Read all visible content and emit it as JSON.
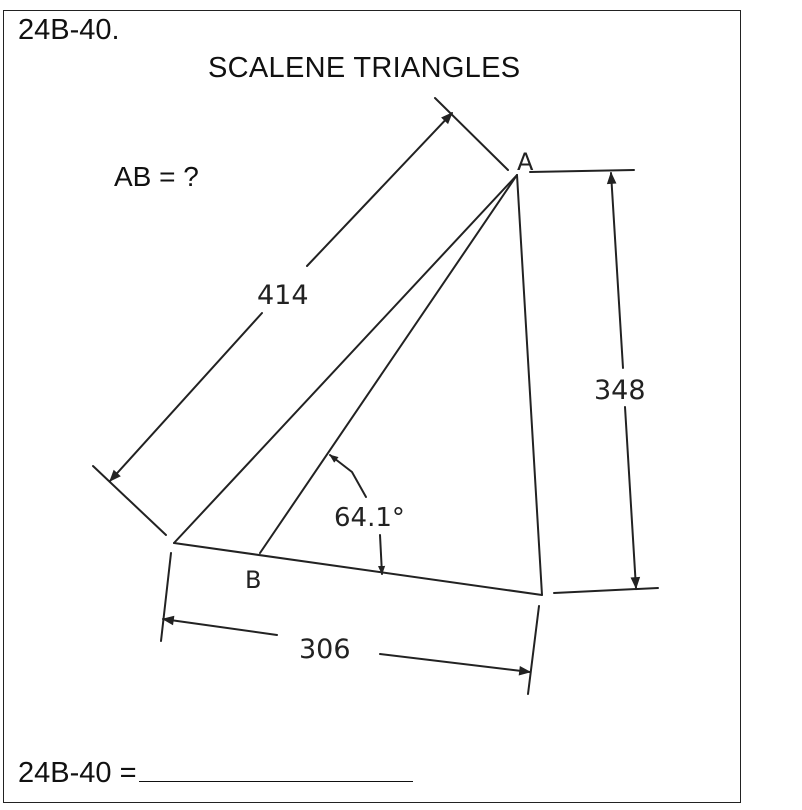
{
  "header": {
    "problem_id": "24B-40.",
    "title": "SCALENE TRIANGLES"
  },
  "question": "AB = ?",
  "labels": {
    "vertex_a": "A",
    "vertex_b": "B",
    "dim_side": "414",
    "dim_height": "348",
    "dim_base": "306",
    "angle": "64.1°"
  },
  "answer": {
    "label": "24B-40 ="
  }
}
